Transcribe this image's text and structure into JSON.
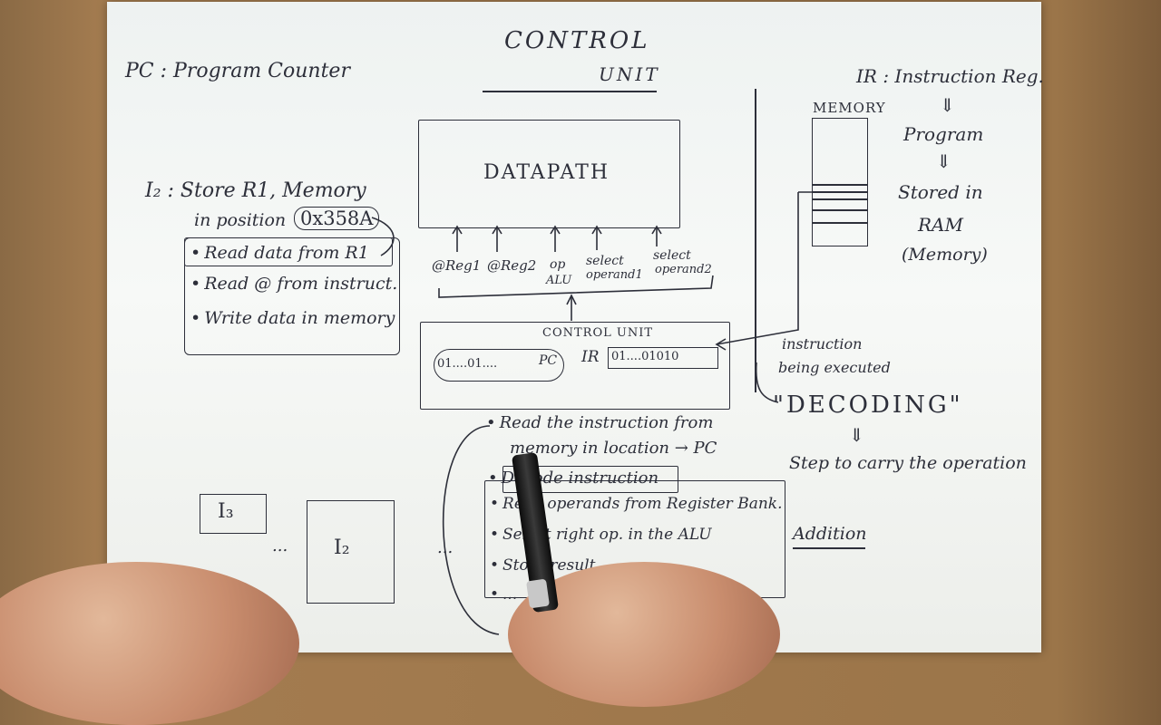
{
  "title": {
    "line1": "CONTROL",
    "line2": "UNIT"
  },
  "notes": {
    "pc": "PC : Program Counter",
    "ir": "IR : Instruction Reg.",
    "program": "Program",
    "stored_in": "Stored in",
    "ram": "RAM",
    "memory_paren": "(Memory)"
  },
  "memory_label": "MEMORY",
  "datapath_label": "DATAPATH",
  "datapath_inputs": [
    "@Reg1",
    "@Reg2",
    "op",
    "ALU",
    "select",
    "operand1",
    "select",
    "operand2"
  ],
  "control_unit": {
    "label": "CONTROL UNIT",
    "pc_value": "01....01....",
    "pc_tag": "PC",
    "ir_tag": "IR",
    "ir_value": "01....01010"
  },
  "instruction": {
    "line1": "I₂ : Store R1, Memory",
    "line2": "in position",
    "address": "0x358A"
  },
  "steps": [
    "Read data from R1",
    "Read @ from instruct.",
    "Write data in memory"
  ],
  "exec_note": {
    "line1": "instruction",
    "line2": "being executed"
  },
  "decoding": "\"DECODING\"",
  "step_note": "Step to carry the operation",
  "cycle": {
    "read_instr": "Read the instruction from",
    "read_instr2": "memory in location → PC",
    "decode": "Decode instruction",
    "operands": "Read operands from Register Bank.",
    "alu": "Select right op. in the ALU",
    "result": "Store result.",
    "extra": "..."
  },
  "addition": "Addition",
  "boxes": {
    "i3": "I₃",
    "i2": "I₂",
    "dots": "..."
  }
}
